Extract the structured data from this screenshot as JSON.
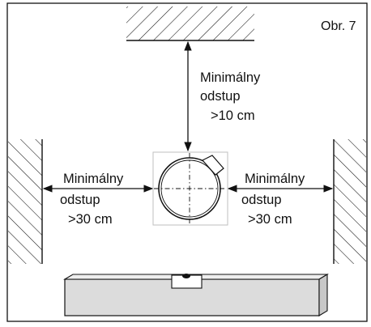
{
  "figure_label": "Obr. 7",
  "top_label": {
    "line1": "Minimálny",
    "line2": "odstup",
    "line3": ">10 cm"
  },
  "left_label": {
    "line1": "Minimálny",
    "line2": "odstup",
    "line3": ">30 cm"
  },
  "right_label": {
    "line1": "Minimálny",
    "line2": "odstup",
    "line3": ">30 cm"
  },
  "colors": {
    "stroke": "#111111",
    "hatch": "#111111",
    "bar_fill": "#dcdcdc",
    "frame_box": "#bfbfbf"
  }
}
